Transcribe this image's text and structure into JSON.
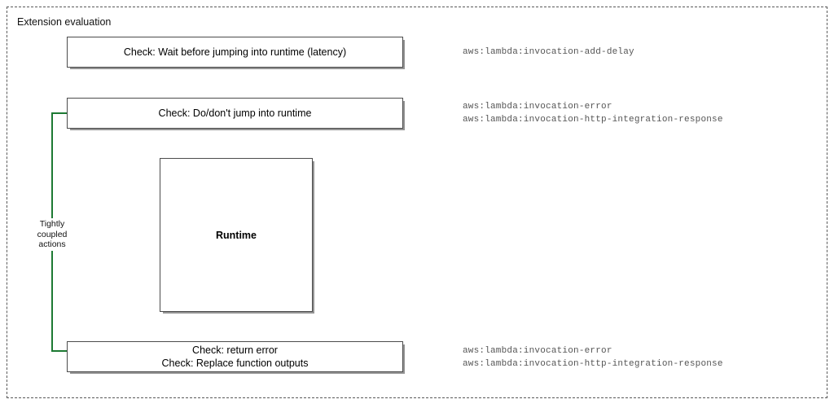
{
  "diagram": {
    "container": {
      "label": "Extension evaluation",
      "border_style": "dashed",
      "border_color": "#5a5a5a"
    },
    "accent_color": "#1d7a33",
    "boxes": [
      {
        "id": "latency",
        "text": "Check: Wait before jumping into runtime (latency)",
        "bold": false
      },
      {
        "id": "jump",
        "text": "Check: Do/don't jump into runtime",
        "bold": false
      },
      {
        "id": "runtime",
        "text": "Runtime",
        "bold": true
      },
      {
        "id": "return",
        "text": "Check: return error\nCheck: Replace function outputs",
        "bold": true
      }
    ],
    "annotations": [
      {
        "id": "note-latency",
        "text": "aws:lambda:invocation-add-delay"
      },
      {
        "id": "note-jump",
        "text": "aws:lambda:invocation-error\naws:lambda:invocation-http-integration-response"
      },
      {
        "id": "note-return",
        "text": "aws:lambda:invocation-error\naws:lambda:invocation-http-integration-response"
      }
    ],
    "connector": {
      "label": "Tightly\ncoupled\nactions",
      "color": "#1d7a33"
    }
  }
}
